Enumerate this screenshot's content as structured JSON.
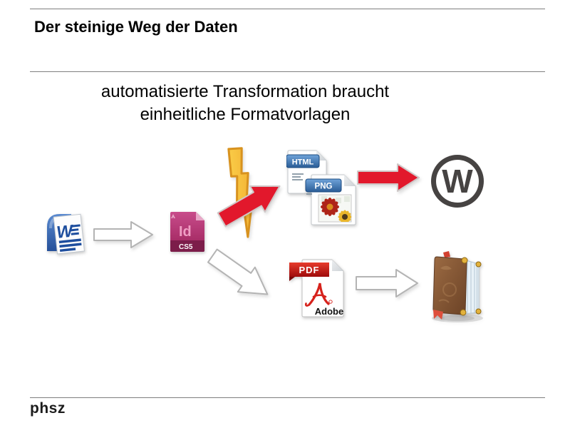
{
  "slide": {
    "title": "Der steinige Weg der Daten",
    "subtitle": {
      "line1": "automatisierte Transformation braucht",
      "line2": "einheitliche Formatvorlagen"
    },
    "footer_logo": "phsz"
  },
  "icons": {
    "word": {
      "letter": "W"
    },
    "indesign": {
      "app": "Id",
      "version": "CS5"
    },
    "html_file": {
      "badge": "HTML"
    },
    "png_file": {
      "badge": "PNG"
    },
    "pdf_file": {
      "badge": "PDF",
      "brand": "Adobe"
    },
    "wordpress": {
      "letter": "W"
    }
  },
  "colors": {
    "rule_gray": "#7f7f7f",
    "accent_red": "#e2182c",
    "bolt_yellow": "#f8c933",
    "bolt_outline": "#d8921e",
    "indesign_magenta": "#c2417f",
    "indesign_band": "#7c1d4a",
    "word_blue": "#2b5ca9",
    "badge_blue": "#2d5e97",
    "pdf_banner_red": "#b60f0f",
    "adobe_red": "#d6221c",
    "wordpress_gray": "#464342",
    "book_brown": "#8a5a38",
    "page_white": "#ffffff"
  }
}
